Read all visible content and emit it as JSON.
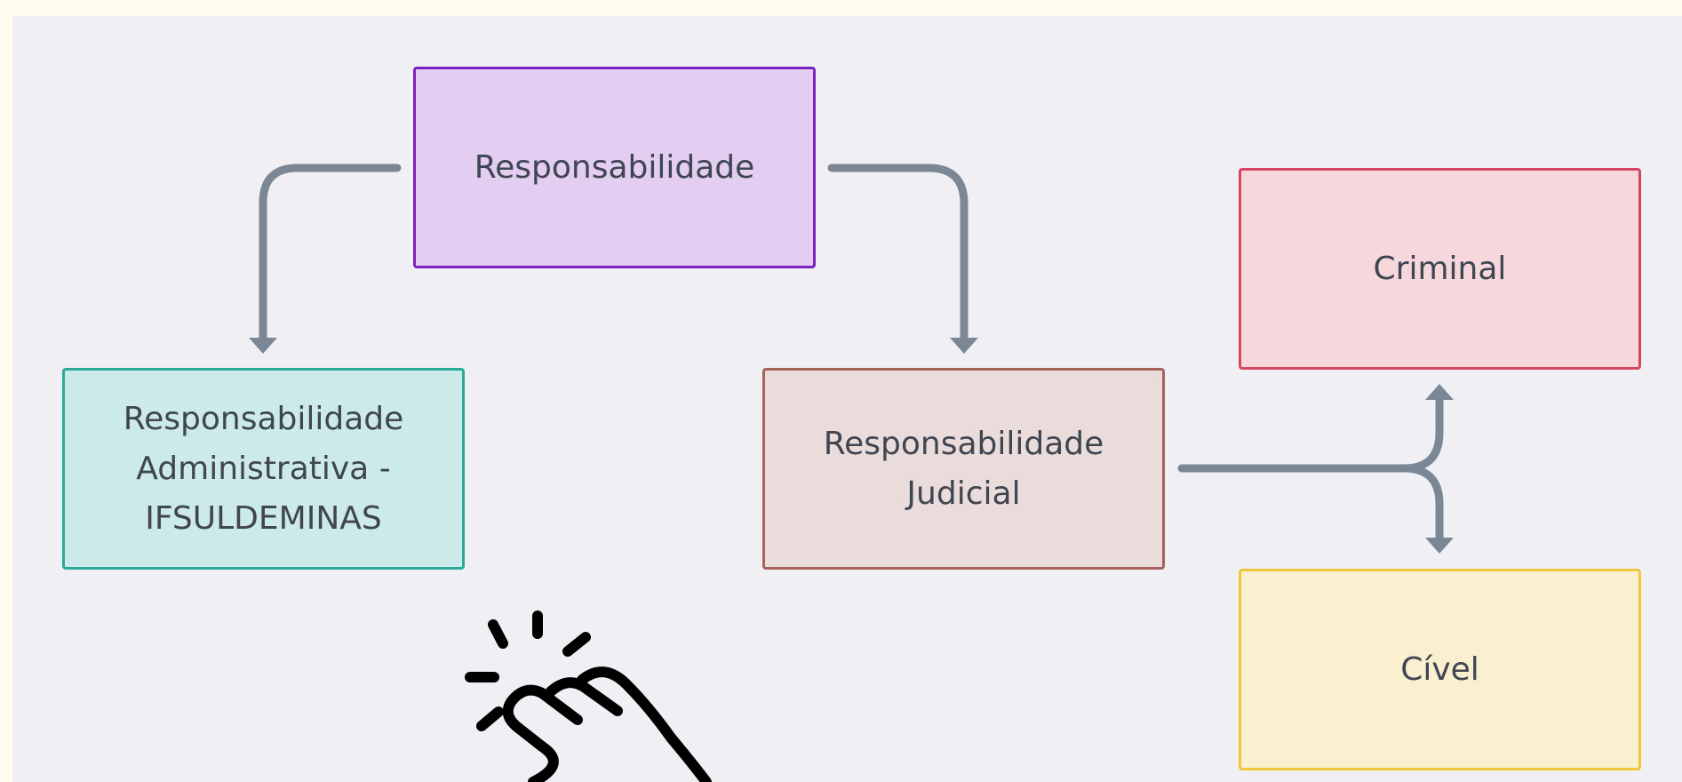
{
  "diagram": {
    "nodes": {
      "responsabilidade": {
        "label": "Responsabilidade",
        "bg": "#e3cdf0",
        "border": "#7a22c2"
      },
      "administrativa": {
        "lines": [
          "Responsabilidade",
          "Administrativa -",
          "IFSULDEMINAS"
        ],
        "bg": "#cdeaea",
        "border": "#2aaa98"
      },
      "judicial": {
        "lines": [
          "Responsabilidade",
          "Judicial"
        ],
        "bg": "#ebdcdc",
        "border": "#a8625e"
      },
      "criminal": {
        "label": "Criminal",
        "bg": "#f5d7dc",
        "border": "#d6465f"
      },
      "civel": {
        "label": "Cível",
        "bg": "#faf0cf",
        "border": "#f0c63a"
      }
    },
    "connector_color": "#7b8794",
    "decoration": {
      "icon": "tap-hand-icon"
    }
  }
}
